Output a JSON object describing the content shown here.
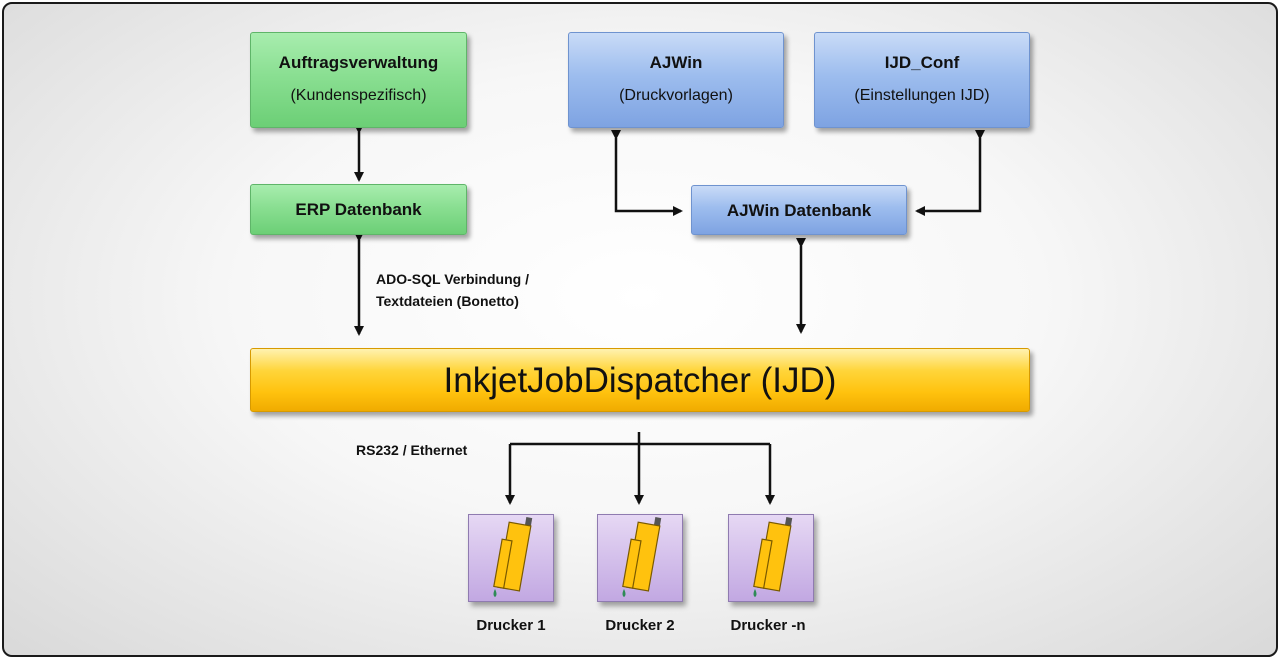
{
  "boxes": {
    "auftrag": {
      "title": "Auftragsverwaltung",
      "sub": "(Kundenspezifisch)"
    },
    "erp": {
      "title": "ERP Datenbank"
    },
    "ajwin": {
      "title": "AJWin",
      "sub": "(Druckvorlagen)"
    },
    "ijdconf": {
      "title": "IJD_Conf",
      "sub": "(Einstellungen IJD)"
    },
    "ajwindb": {
      "title": "AJWin Datenbank"
    },
    "ijd": {
      "title": "InkjetJobDispatcher (IJD)"
    }
  },
  "labels": {
    "ado_line1": "ADO-SQL Verbindung /",
    "ado_line2": "Textdateien (Bonetto)",
    "rs232": "RS232 / Ethernet"
  },
  "printers": [
    {
      "label": "Drucker 1"
    },
    {
      "label": "Drucker 2"
    },
    {
      "label": "Drucker -n"
    }
  ],
  "colors": {
    "green": "#8adf92",
    "blue": "#9dbdee",
    "gold": "#ffc20e",
    "printer": "#c2a8e2",
    "cartridge": "#ffc20e",
    "ink_drop": "#2e8b57"
  },
  "icons": [
    "inkjet-cartridge-icon"
  ]
}
